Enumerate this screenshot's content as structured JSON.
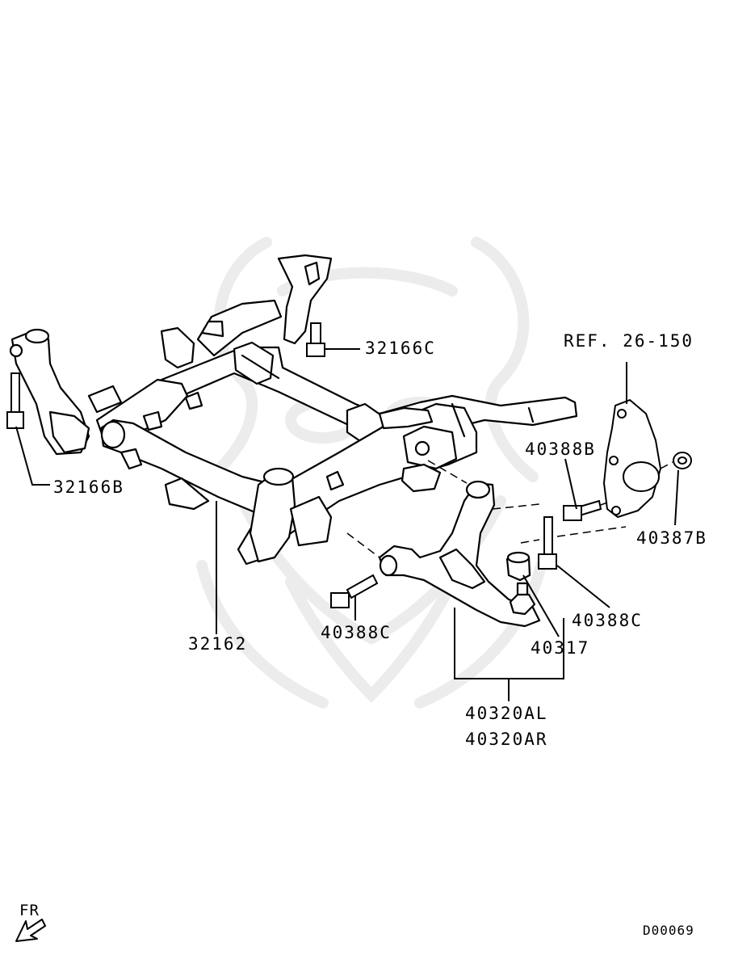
{
  "labels": {
    "bolt_top": "32166C",
    "bolt_left": "32166B",
    "crossmember": "32162",
    "ref": "REF. 26-150",
    "bolt_b": "40388B",
    "nut": "40387B",
    "bolt_c_right": "40388C",
    "bolt_c_left": "40388C",
    "bushing": "40317",
    "arm_left": "40320AL",
    "arm_right": "40320AR"
  },
  "direction": "FR",
  "diagram_code": "D00069",
  "colors": {
    "ink": "#000000",
    "watermark": "#ececec"
  }
}
